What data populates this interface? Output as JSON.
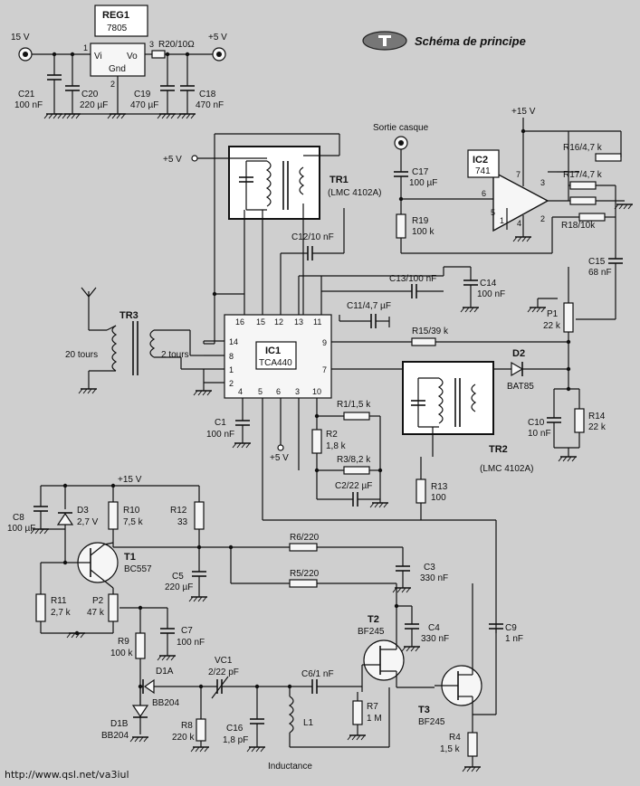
{
  "header": {
    "title": "Schéma de principe",
    "url": "http://www.qsl.net/va3iul"
  },
  "supply": {
    "in_15v": "15 V",
    "out_5v": "+5 V",
    "reg1_name": "REG1",
    "reg1_type": "7805",
    "reg1_vi": "Vi",
    "reg1_vo": "Vo",
    "reg1_gnd": "Gnd",
    "pin1": "1",
    "pin2": "2",
    "pin3": "3",
    "r20": "R20/10Ω",
    "c21_name": "C21",
    "c21_val": "100 nF",
    "c20_name": "C20",
    "c20_val": "220 µF",
    "c19_name": "C19",
    "c19_val": "470 µF",
    "c18_name": "C18",
    "c18_val": "470 nF"
  },
  "output_stage": {
    "jack": "Sortie casque",
    "c17_name": "C17",
    "c17_val": "100 µF",
    "ic2_name": "IC2",
    "ic2_type": "741",
    "plus15": "+15 V",
    "r16": "R16/4,7 k",
    "r17": "R17/4,7 k",
    "r18": "R18/10k",
    "r19_name": "R19",
    "r19_val": "100 k",
    "c15_name": "C15",
    "c15_val": "68 nF",
    "p1_name": "P1",
    "p1_val": "22 k",
    "pins": {
      "p7": "7",
      "p6": "6",
      "p5": "5",
      "p1": "1",
      "p4": "4",
      "p3": "3",
      "p2": "2"
    }
  },
  "tr1": {
    "name": "TR1",
    "type": "(LMC 4102A)"
  },
  "tr2": {
    "name": "TR2",
    "type": "(LMC 4102A)"
  },
  "tr3": {
    "name": "TR3",
    "left": "20 tours",
    "right": "2 tours"
  },
  "ic1": {
    "name": "IC1",
    "type": "TCA440",
    "top_pins": [
      "16",
      "15",
      "12",
      "13",
      "11"
    ],
    "left_pins": [
      "14",
      "8",
      "1",
      "2"
    ],
    "bottom_pins": [
      "4",
      "5",
      "6",
      "3",
      "10"
    ],
    "right_pins": [
      "9",
      "7"
    ]
  },
  "misc": {
    "plus5_a": "+5 V",
    "plus5_b": "+5 V",
    "c12": "C12/10 nF",
    "c13": "C13/100 nF",
    "c14_name": "C14",
    "c14_val": "100 nF",
    "c11": "C11/4,7 µF",
    "r15": "R15/39 k",
    "d2_name": "D2",
    "d2_type": "BAT85",
    "c10_name": "C10",
    "c10_val": "10 nF",
    "r14_name": "R14",
    "r14_val": "22 k",
    "c1_name": "C1",
    "c1_val": "100 nF",
    "r1": "R1/1,5 k",
    "r2_name": "R2",
    "r2_val": "1,8 k",
    "r3": "R3/8,2 k",
    "c2": "C2/22 µF",
    "r13_name": "R13",
    "r13_val": "100"
  },
  "oscillator": {
    "plus15": "+15 V",
    "c8_name": "C8",
    "c8_val": "100 µF",
    "d3_name": "D3",
    "d3_val": "2,7 V",
    "r10_name": "R10",
    "r10_val": "7,5 k",
    "r12_name": "R12",
    "r12_val": "33",
    "t1_name": "T1",
    "t1_type": "BC557",
    "c5_name": "C5",
    "c5_val": "220 µF",
    "r6": "R6/220",
    "r5": "R5/220",
    "c3_name": "C3",
    "c3_val": "330 nF",
    "c4_name": "C4",
    "c4_val": "330 nF",
    "r11_name": "R11",
    "r11_val": "2,7 k",
    "p2_name": "P2",
    "p2_val": "47 k",
    "c7_name": "C7",
    "c7_val": "100 nF",
    "r9_name": "R9",
    "r9_val": "100 k",
    "t2_name": "T2",
    "t2_type": "BF245",
    "c9_name": "C9",
    "c9_val": "1 nF",
    "d1a_name": "D1A",
    "d1a_type": "BB204",
    "vc1_name": "VC1",
    "vc1_val": "2/22 pF",
    "c6": "C6/1 nF",
    "d1b_name": "D1B",
    "d1b_type": "BB204",
    "r8_name": "R8",
    "r8_val": "220 k",
    "c16_name": "C16",
    "c16_val": "1,8 pF",
    "l1_name": "L1",
    "inductance": "Inductance",
    "r7_name": "R7",
    "r7_val": "1 M",
    "t3_name": "T3",
    "t3_type": "BF245",
    "r4_name": "R4",
    "r4_val": "1,5 k"
  }
}
